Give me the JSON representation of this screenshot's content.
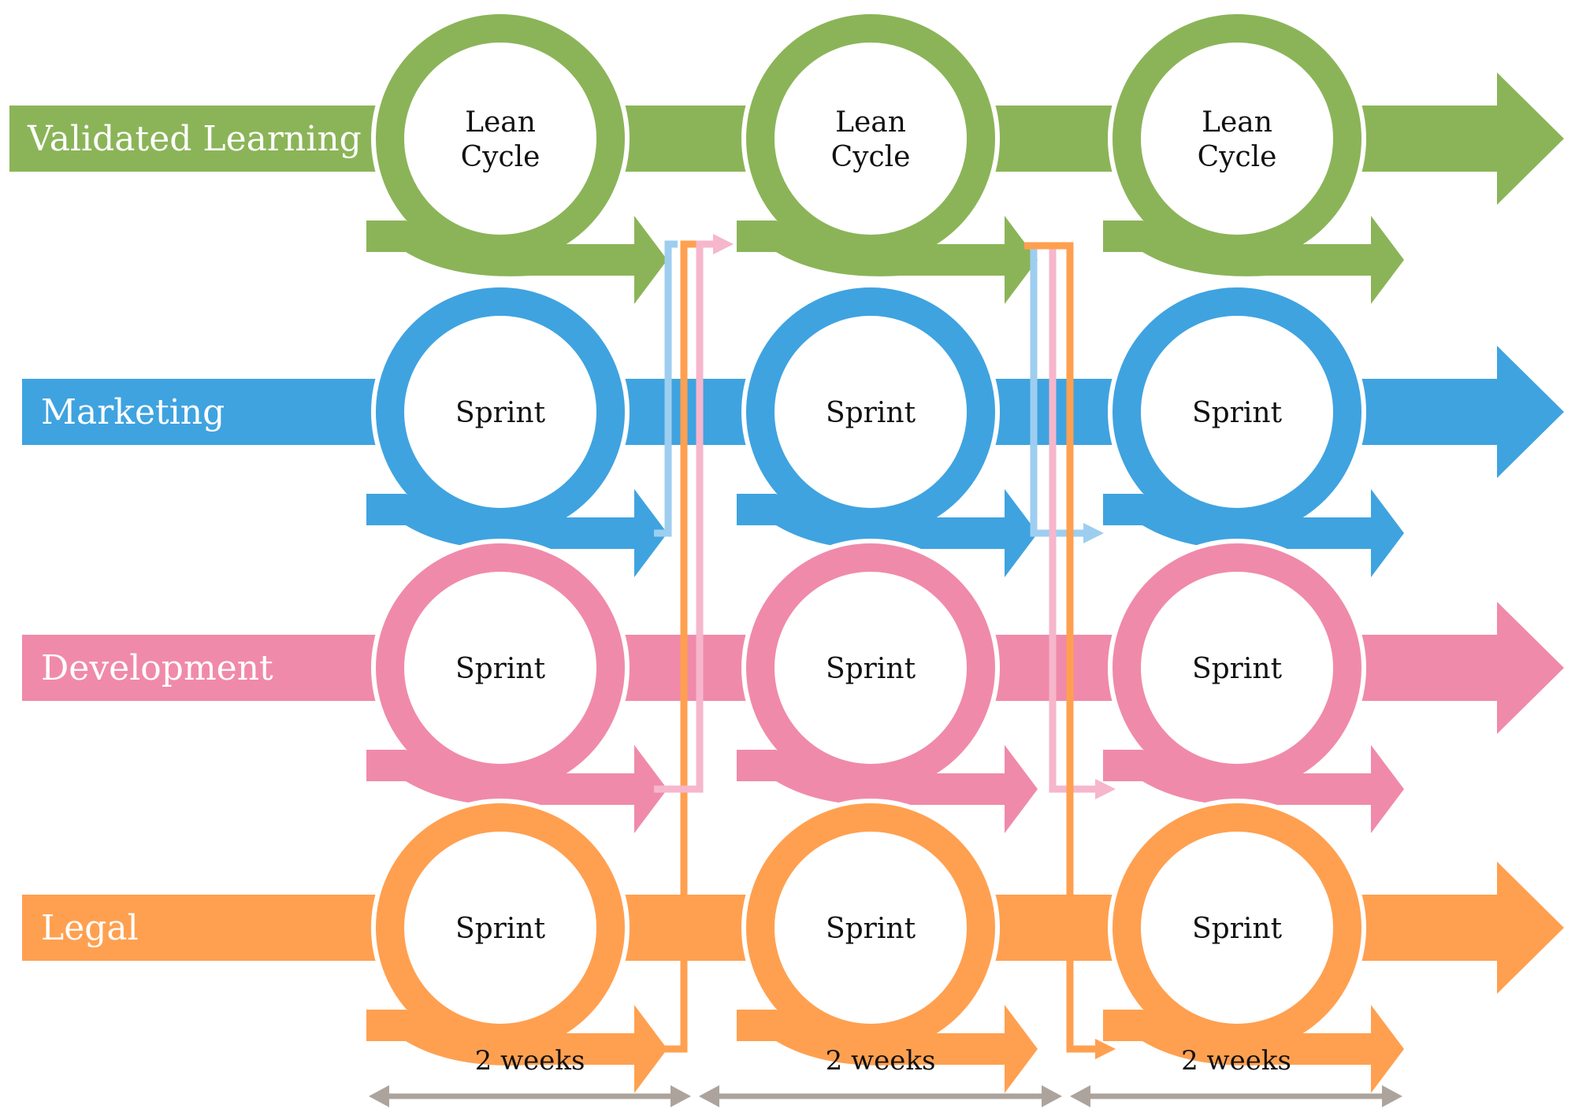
{
  "colors": {
    "green": "#8BB458",
    "blue": "#3FA3E0",
    "pink": "#F08AAA",
    "orange": "#FFA050",
    "light_blue": "#9DCEF0",
    "light_pink": "#F6B6CC",
    "gray": "#ACA49C"
  },
  "lanes": [
    {
      "label": "Validated Learning",
      "color": "green",
      "cycles": [
        {
          "lines": [
            "Lean",
            "Cycle"
          ]
        },
        {
          "lines": [
            "Lean",
            "Cycle"
          ]
        },
        {
          "lines": [
            "Lean",
            "Cycle"
          ]
        }
      ]
    },
    {
      "label": "Marketing",
      "color": "blue",
      "cycles": [
        {
          "lines": [
            "Sprint"
          ]
        },
        {
          "lines": [
            "Sprint"
          ]
        },
        {
          "lines": [
            "Sprint"
          ]
        }
      ]
    },
    {
      "label": "Development",
      "color": "pink",
      "cycles": [
        {
          "lines": [
            "Sprint"
          ]
        },
        {
          "lines": [
            "Sprint"
          ]
        },
        {
          "lines": [
            "Sprint"
          ]
        }
      ]
    },
    {
      "label": "Legal",
      "color": "orange",
      "cycles": [
        {
          "lines": [
            "Sprint"
          ]
        },
        {
          "lines": [
            "Sprint"
          ]
        },
        {
          "lines": [
            "Sprint"
          ]
        }
      ]
    }
  ],
  "durations": [
    "2 weeks",
    "2 weeks",
    "2 weeks"
  ]
}
